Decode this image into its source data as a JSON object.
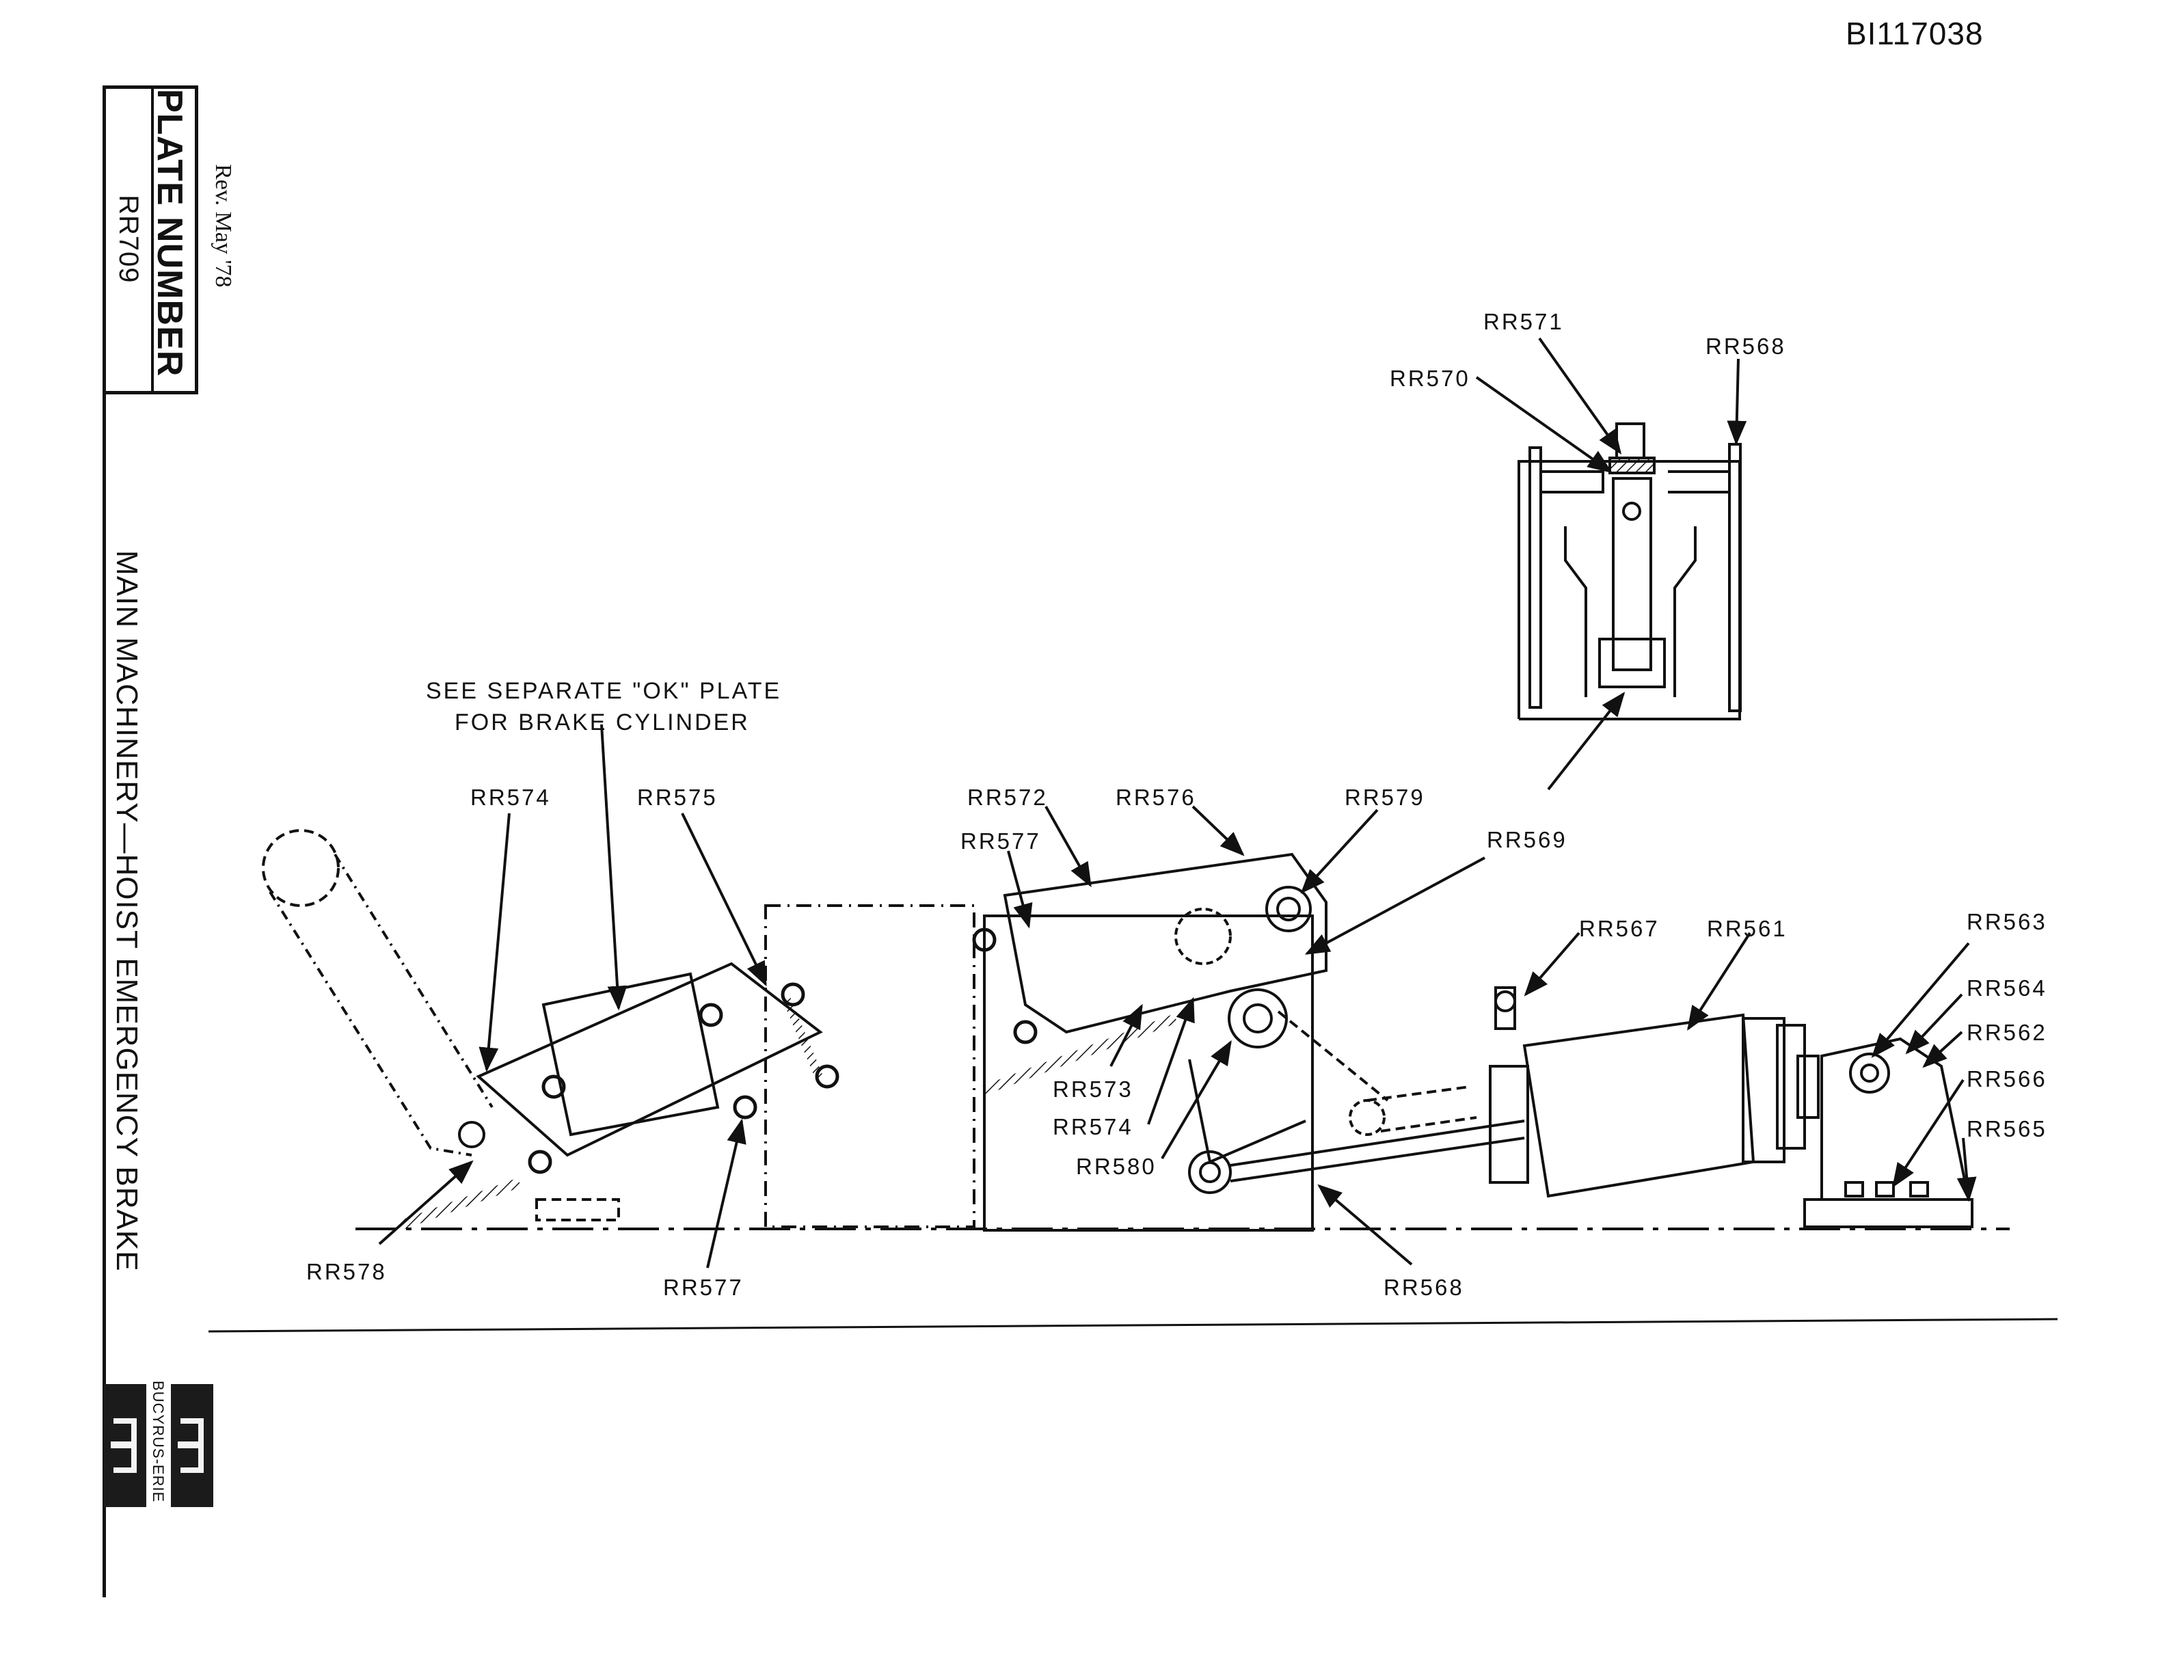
{
  "document_id": "BI117038",
  "title_block": {
    "heading": "PLATE NUMBER",
    "plate_number": "RR709",
    "revision": "Rev. May '78"
  },
  "drawing_title": "MAIN MACHINERY—HOIST EMERGENCY BRAKE",
  "manufacturer": "BUCYRUS-ERIE",
  "note": {
    "line1": "SEE SEPARATE \"OK\" PLATE",
    "line2": "FOR BRAKE CYLINDER"
  },
  "callouts": {
    "rr571": "RR571",
    "rr568_top": "RR568",
    "rr570": "RR570",
    "rr574_top": "RR574",
    "rr575": "RR575",
    "rr572": "RR572",
    "rr576": "RR576",
    "rr579": "RR579",
    "rr577_top": "RR577",
    "rr569": "RR569",
    "rr567": "RR567",
    "rr561": "RR561",
    "rr563": "RR563",
    "rr564": "RR564",
    "rr562": "RR562",
    "rr566": "RR566",
    "rr565": "RR565",
    "rr573": "RR573",
    "rr574_mid": "RR574",
    "rr580": "RR580",
    "rr578": "RR578",
    "rr577_bottom": "RR577",
    "rr568_bottom": "RR568"
  }
}
